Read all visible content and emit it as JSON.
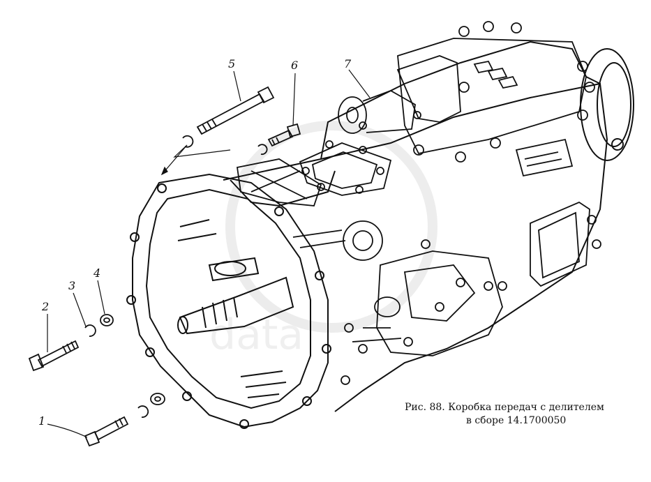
{
  "callouts": [
    "1",
    "2",
    "3",
    "4",
    "5",
    "6",
    "7"
  ],
  "caption": {
    "line1": "Рис. 88. Коробка передач с делителем",
    "line2": "в сборе 14.1700050"
  },
  "watermark": "data"
}
